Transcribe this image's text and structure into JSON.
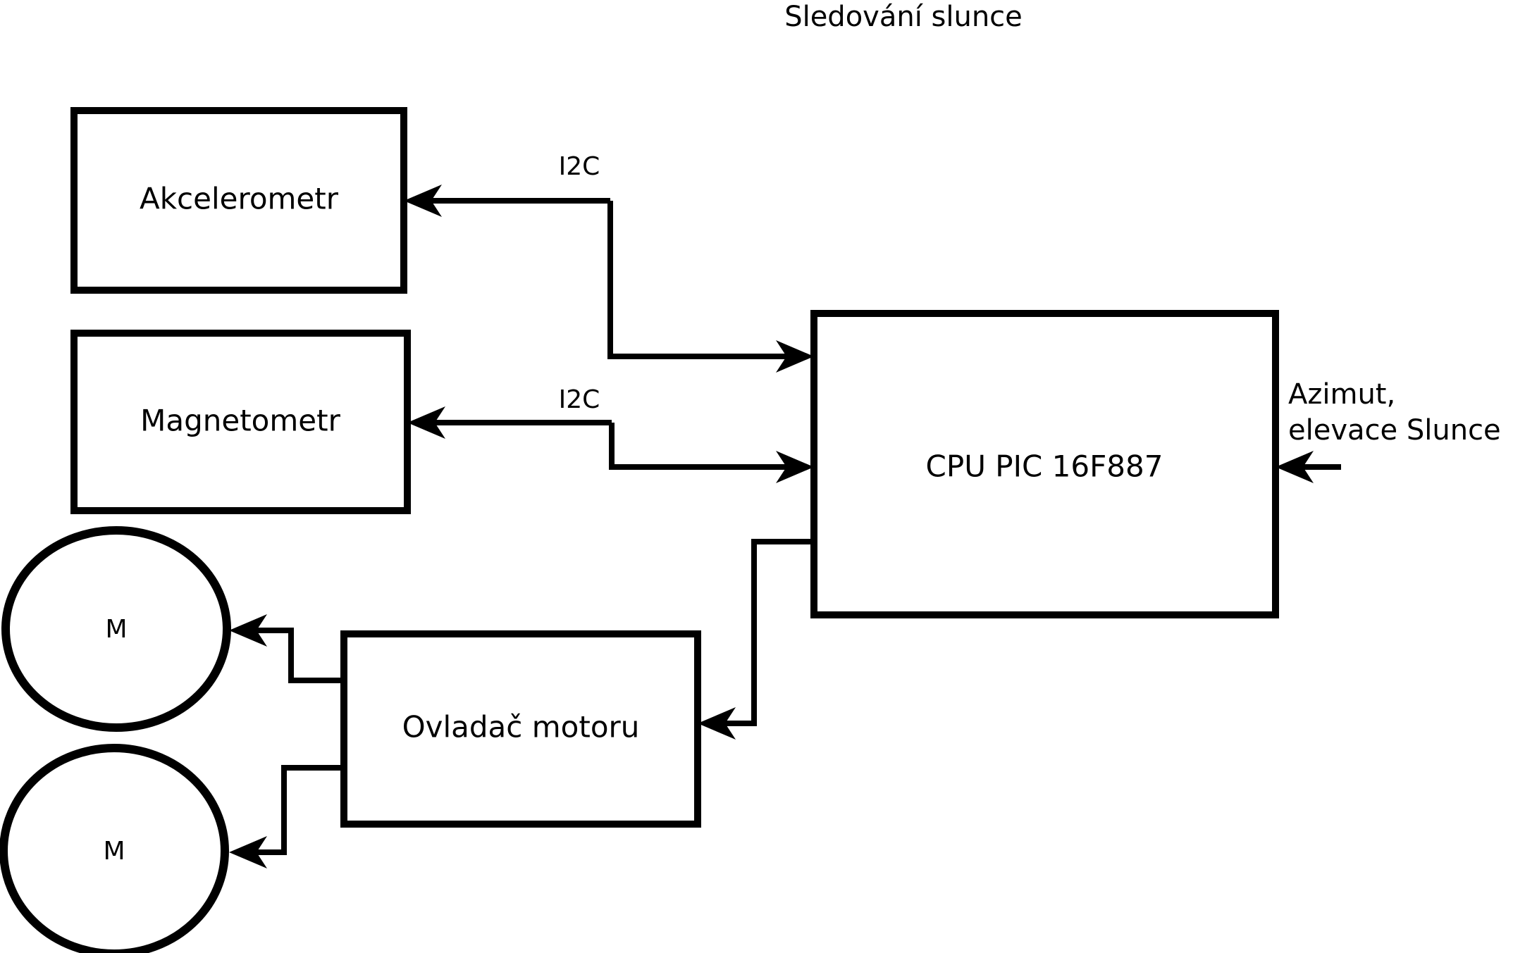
{
  "diagram": {
    "title": "Sledování slunce",
    "blocks": [
      {
        "id": "accelerometer",
        "label": "Akcelerometr"
      },
      {
        "id": "magnetometer",
        "label": "Magnetometr"
      },
      {
        "id": "cpu",
        "label": "CPU PIC 16F887"
      },
      {
        "id": "motor_driver",
        "label": "Ovladač motoru"
      },
      {
        "id": "motor_1",
        "label": "M"
      },
      {
        "id": "motor_2",
        "label": "M"
      }
    ],
    "edge_labels": [
      {
        "id": "i2c_accelerometer",
        "label": "I2C"
      },
      {
        "id": "i2c_magnetometer",
        "label": "I2C"
      }
    ],
    "annotations": [
      {
        "id": "sun_input_line1",
        "label": "Azimut,"
      },
      {
        "id": "sun_input_line2",
        "label": "elevace Slunce"
      }
    ],
    "colors": {
      "stroke": "#000000",
      "fill": "#ffffff",
      "background": "#ffffff"
    }
  }
}
